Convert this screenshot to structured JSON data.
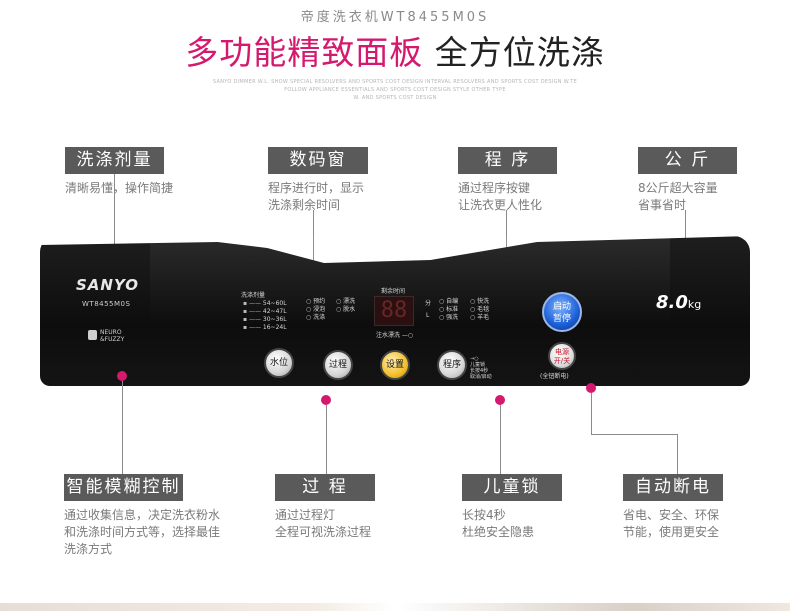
{
  "header": {
    "model_line": "帝度洗衣机WT8455M0S",
    "headline_pink": "多功能精致面板",
    "headline_dark": "全方位洗涤",
    "subtext": [
      "SANYO DIMMER W.L. SHOW SPECIAL RESOLVERS AND SPORTS COST DESIGN INTERVAL RESOLVERS AND SPORTS COST DESIGN W.TE",
      "FOLLOW APPLIANCE ESSENTIALS AND SPORTS COST DESIGN STYLE OTHER TYPE",
      "W. AND SPORTS COST DESIGN"
    ]
  },
  "features_top": [
    {
      "title": "洗涤剂量",
      "desc": [
        "清晰易懂，操作简捷"
      ]
    },
    {
      "title": "数码窗",
      "desc": [
        "程序进行时，显示",
        "洗涤剩余时间"
      ]
    },
    {
      "title": "程 序",
      "desc": [
        "通过程序按键",
        "让洗衣更人性化"
      ]
    },
    {
      "title": "公 斤",
      "desc": [
        "8公斤超大容量",
        "省事省时"
      ]
    }
  ],
  "features_bottom": [
    {
      "title": "智能模糊控制",
      "desc": [
        "通过收集信息，决定洗衣粉水",
        "和洗涤时间方式等，选择最佳",
        "洗涤方式"
      ]
    },
    {
      "title": "过 程",
      "desc": [
        "通过过程灯",
        "全程可视洗涤过程"
      ]
    },
    {
      "title": "儿童锁",
      "desc": [
        "长按4秒",
        "杜绝安全隐患"
      ]
    },
    {
      "title": "自动断电",
      "desc": [
        "省电、安全、环保",
        "节能，使用更安全"
      ]
    }
  ],
  "panel": {
    "brand": "SANYO",
    "model": "WT8455M0S",
    "neuro": [
      "NEURO",
      "&FUZZY"
    ],
    "detergent": {
      "label": "洗涤剂量",
      "rows": [
        "54~60L",
        "42~47L",
        "30~36L",
        "16~24L"
      ]
    },
    "process_lights": {
      "col1": [
        "预约",
        "浸泡",
        "洗涤"
      ],
      "col2": [
        "漂洗",
        "脱水"
      ]
    },
    "display": {
      "label": "剩余时间",
      "digits": "88",
      "unit_min": "分",
      "unit_l": "L",
      "water_label": "注水漂洗 —○"
    },
    "programs": {
      "col1": [
        "自编",
        "标准",
        "强洗"
      ],
      "col2": [
        "快洗",
        "毛毯",
        "羊毛"
      ]
    },
    "buttons": {
      "water_level": "水位",
      "process": "过程",
      "settings": "设置",
      "program": "程序",
      "start": [
        "启动",
        "暂停"
      ],
      "power": [
        "电源",
        "开/关"
      ]
    },
    "child_lock_text": [
      "→○",
      "儿童锁",
      "长按4秒",
      "取消/启动"
    ],
    "power_sub": "(全钮断电)",
    "capacity": "8.0",
    "capacity_unit": "kg"
  },
  "colors": {
    "accent": "#d4196e",
    "title_bg": "#5a5a5a",
    "start_blue": "#1b5fd6",
    "settings_gold": "#f4bf2a"
  }
}
